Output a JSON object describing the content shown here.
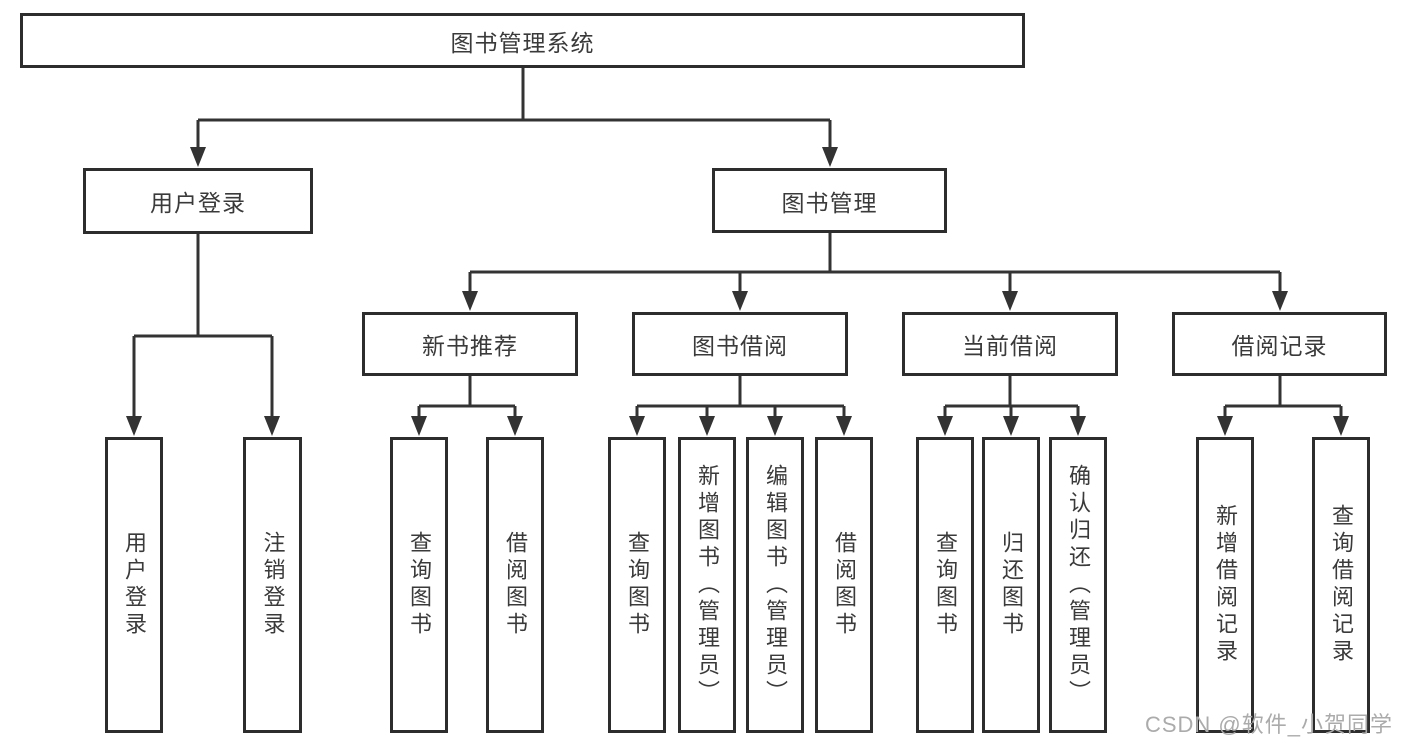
{
  "colors": {
    "line": "#333333",
    "box_border": "#2d2d2d",
    "box_fill": "#ffffff",
    "text": "#3a3a3a",
    "watermark": "#ababab"
  },
  "watermark": {
    "text": "CSDN @软件_小贺同学"
  },
  "tree": {
    "root": {
      "label": "图书管理系统"
    },
    "level1": [
      {
        "label": "用户登录"
      },
      {
        "label": "图书管理"
      }
    ],
    "level2": [
      {
        "label": "新书推荐",
        "parent": "图书管理"
      },
      {
        "label": "图书借阅",
        "parent": "图书管理"
      },
      {
        "label": "当前借阅",
        "parent": "图书管理"
      },
      {
        "label": "借阅记录",
        "parent": "图书管理"
      }
    ],
    "leaves": [
      {
        "label": "用户登录",
        "parent": "用户登录"
      },
      {
        "label": "注销登录",
        "parent": "用户登录"
      },
      {
        "label": "查询图书",
        "parent": "新书推荐"
      },
      {
        "label": "借阅图书",
        "parent": "新书推荐"
      },
      {
        "label": "查询图书",
        "parent": "图书借阅"
      },
      {
        "label": "新增图书（管理员）",
        "parent": "图书借阅"
      },
      {
        "label": "编辑图书（管理员）",
        "parent": "图书借阅"
      },
      {
        "label": "借阅图书",
        "parent": "图书借阅"
      },
      {
        "label": "查询图书",
        "parent": "当前借阅"
      },
      {
        "label": "归还图书",
        "parent": "当前借阅"
      },
      {
        "label": "确认归还（管理员）",
        "parent": "当前借阅"
      },
      {
        "label": "新增借阅记录",
        "parent": "借阅记录"
      },
      {
        "label": "查询借阅记录",
        "parent": "借阅记录"
      }
    ]
  }
}
